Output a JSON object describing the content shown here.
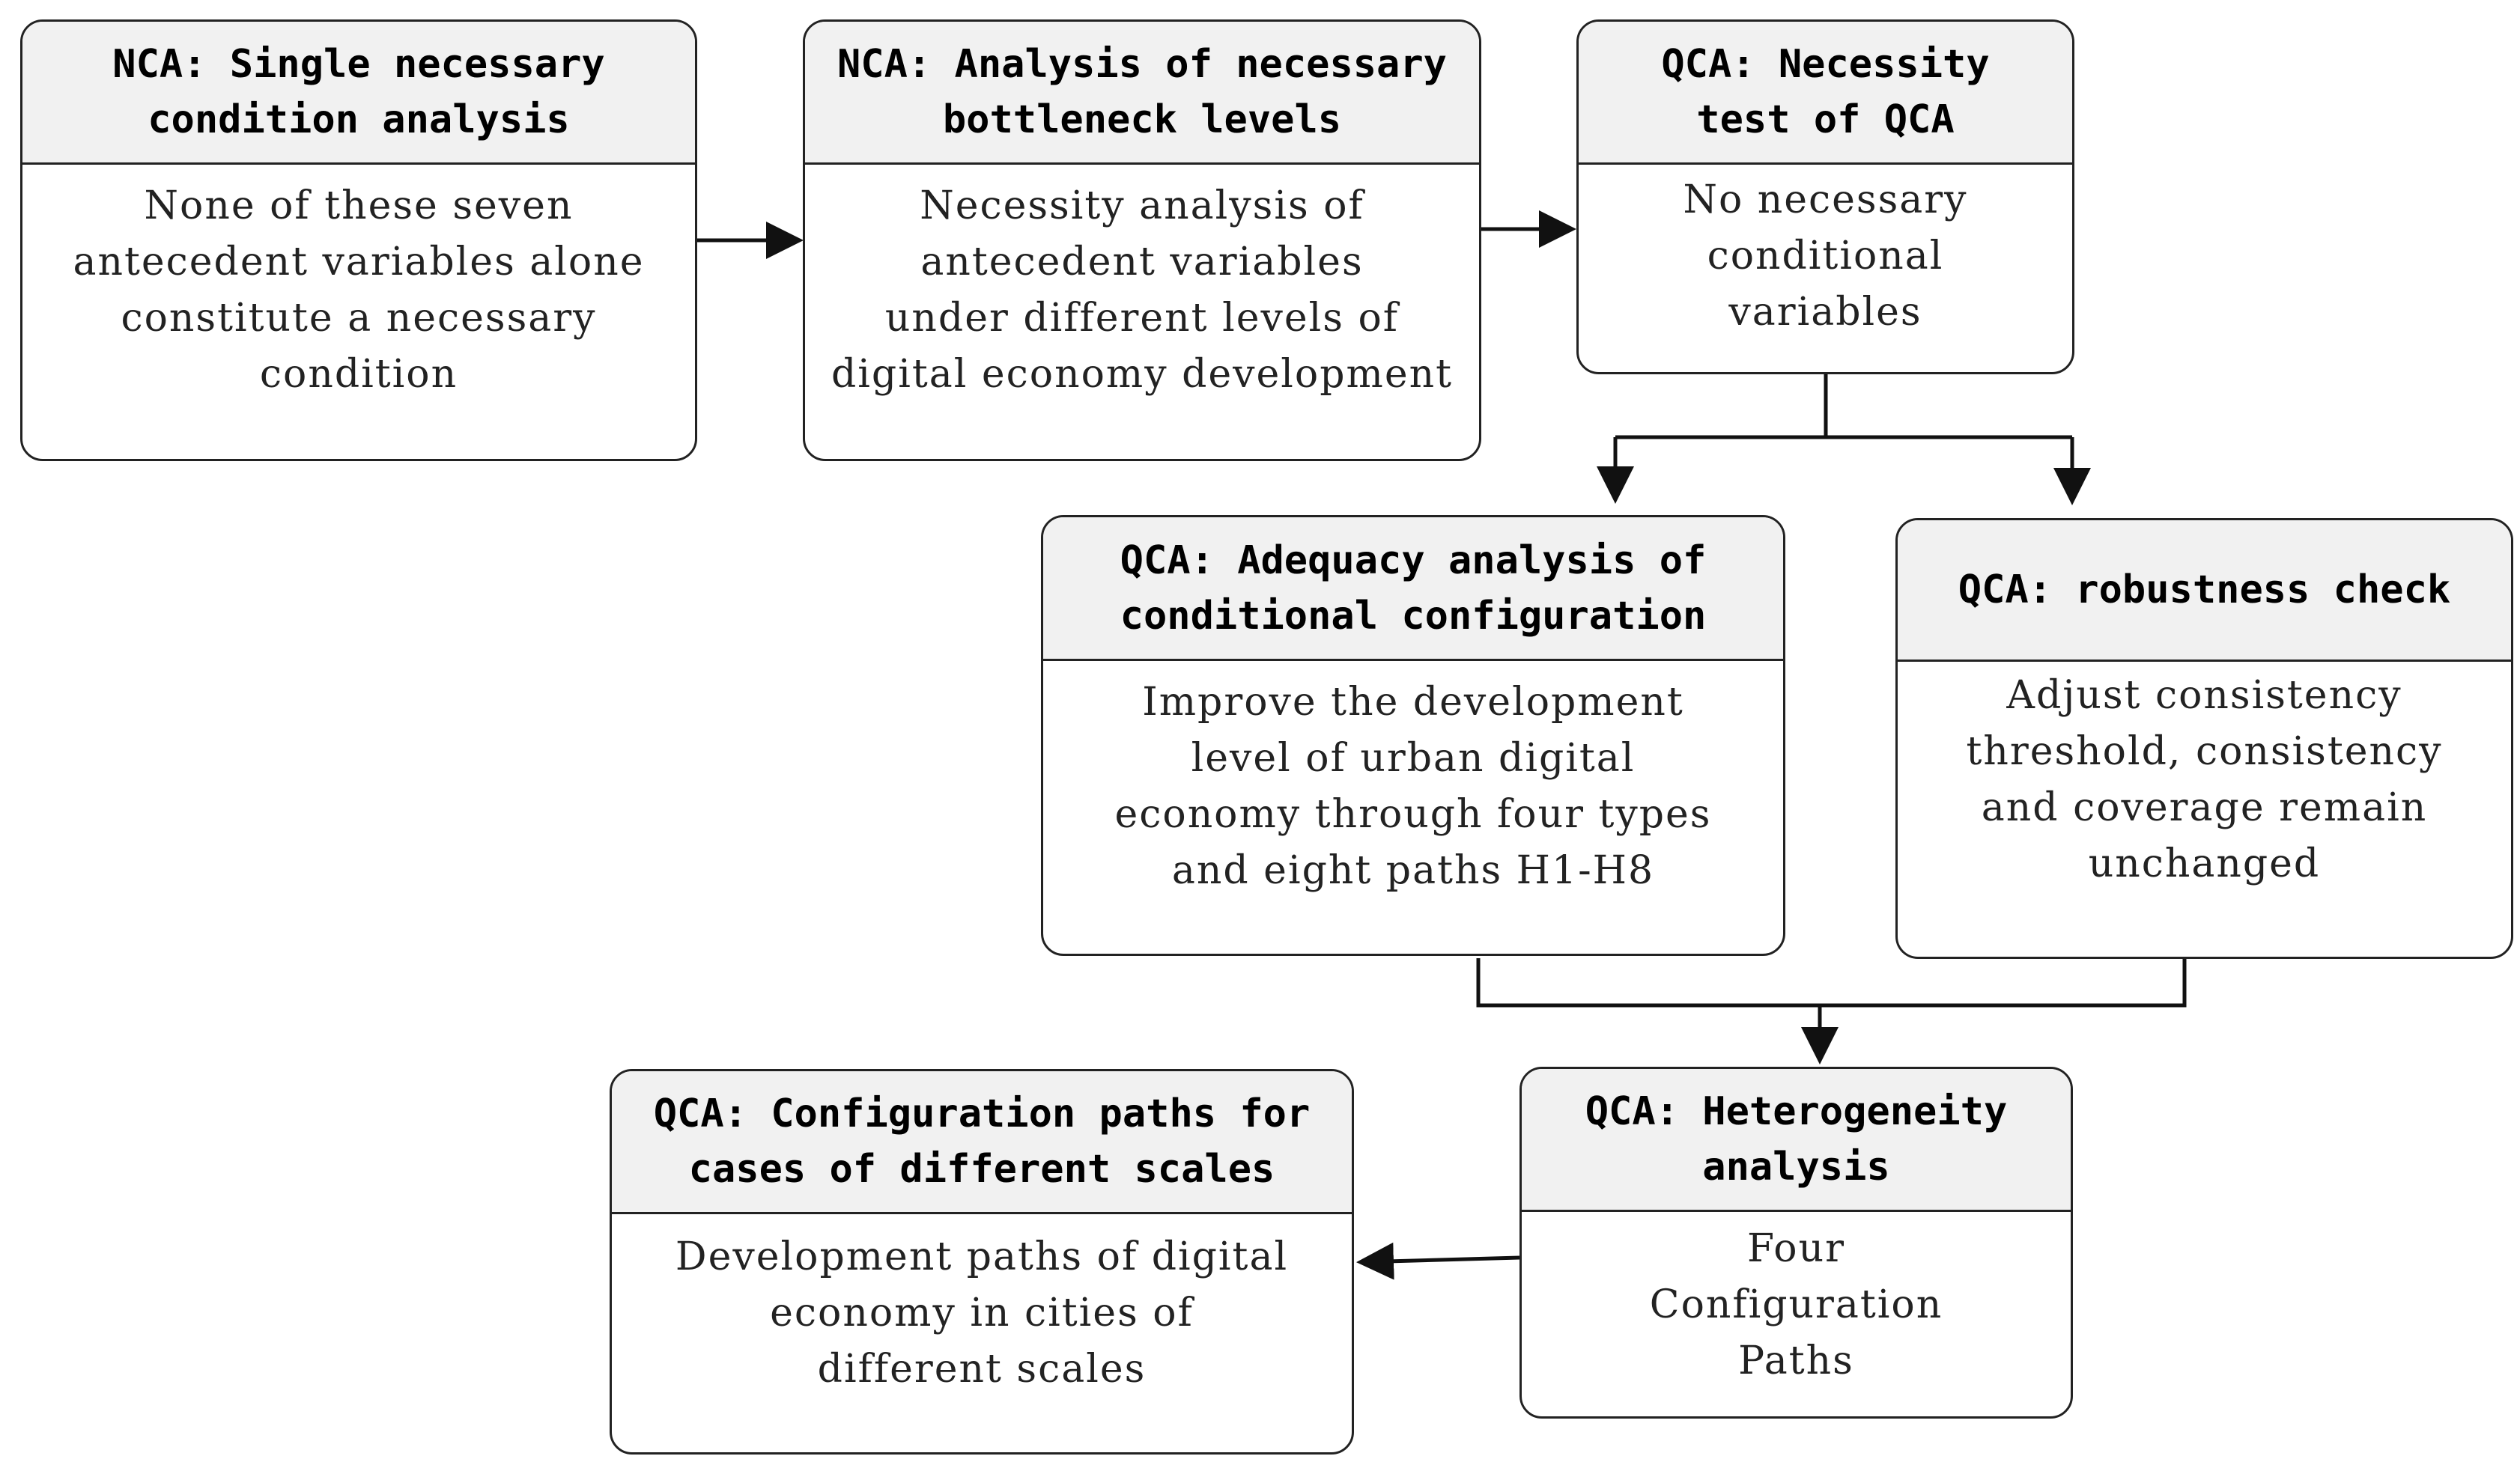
{
  "colors": {
    "stroke": "#222222",
    "title_fill": "#f1f1f1",
    "body_fill": "#ffffff"
  },
  "nodes": {
    "nca_single": {
      "title": "NCA: Single necessary\ncondition analysis",
      "body": "None of these seven\nantecedent variables alone\nconstitute a necessary\ncondition"
    },
    "nca_bottleneck": {
      "title": "NCA: Analysis of necessary\nbottleneck levels",
      "body": "Necessity analysis of\nantecedent variables\nunder different levels of\ndigital economy development"
    },
    "qca_necessity": {
      "title": "QCA: Necessity\ntest of QCA",
      "body": "No necessary\nconditional\nvariables"
    },
    "qca_adequacy": {
      "title": "QCA: Adequacy analysis of\nconditional configuration",
      "body": "Improve the development\nlevel of urban digital\neconomy through four types\nand eight paths H1-H8"
    },
    "qca_robustness": {
      "title": "QCA: robustness check",
      "body": "Adjust consistency\nthreshold, consistency\nand coverage remain\nunchanged"
    },
    "qca_heterogeneity": {
      "title": "QCA: Heterogeneity\nanalysis",
      "body": "Four\nConfiguration\nPaths"
    },
    "qca_scales": {
      "title": "QCA: Configuration paths for\ncases of different scales",
      "body": "Development paths of digital\neconomy in cities of\ndifferent scales"
    }
  }
}
